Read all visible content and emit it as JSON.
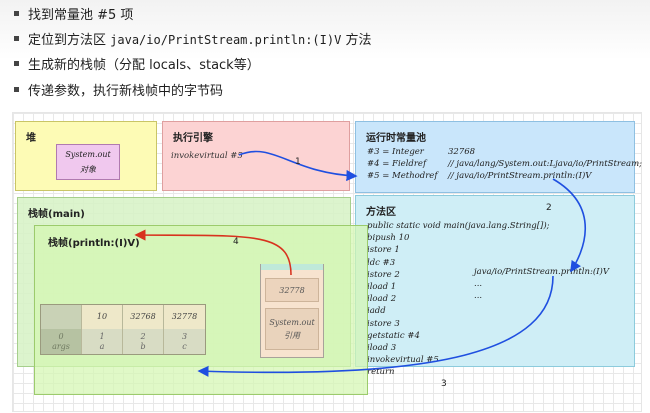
{
  "bullets": [
    {
      "pre": "找到常量池 #5 项",
      "code": "",
      "post": ""
    },
    {
      "pre": "定位到方法区 ",
      "code": "java/io/PrintStream.println:(I)V",
      "post": " 方法"
    },
    {
      "pre": "生成新的栈帧（分配 locals、stack等）",
      "code": "",
      "post": ""
    },
    {
      "pre": "传递参数，执行新栈帧中的字节码",
      "code": "",
      "post": ""
    }
  ],
  "heap": {
    "title": "堆",
    "object_line1": "System.out",
    "object_line2": "对象"
  },
  "engine": {
    "title": "执行引擎",
    "instruction": "invokevirtual #5"
  },
  "constant_pool": {
    "title": "运行时常量池",
    "entries": [
      {
        "index": "#3 = Integer",
        "value": "32768"
      },
      {
        "index": "#4 = Fieldref",
        "value": "// java/lang/System.out:Ljava/io/PrintStream;"
      },
      {
        "index": "#5 = Methodref",
        "value": "// java/io/PrintStream.println:(I)V"
      }
    ]
  },
  "method_area": {
    "title": "方法区",
    "code": [
      "public static void main(java.lang.String[]);",
      "bipush 10",
      "istore 1",
      "ldc #3",
      "istore 2",
      "iload 1",
      "iload 2",
      "iadd",
      "istore 3",
      "getstatic #4",
      "iload 3",
      "invokevirtual #5",
      "return"
    ],
    "side_code": [
      "java/io/PrintStream.println:(I)V",
      "...",
      "..."
    ]
  },
  "stack": {
    "title": "栈帧(main)",
    "frame_title": "栈帧(println:(I)V)",
    "locals": [
      {
        "value": "",
        "slot": "0",
        "name": "args"
      },
      {
        "value": "10",
        "slot": "1",
        "name": "a"
      },
      {
        "value": "32768",
        "slot": "2",
        "name": "b"
      },
      {
        "value": "32778",
        "slot": "3",
        "name": "c"
      }
    ],
    "operand_value": "32778",
    "operand_ref_line1": "System.out",
    "operand_ref_line2": "引用"
  },
  "arrows": [
    "1",
    "2",
    "3",
    "4"
  ],
  "colors": {
    "arrow_blue": "#1f4fe0",
    "arrow_red": "#d8321e"
  }
}
